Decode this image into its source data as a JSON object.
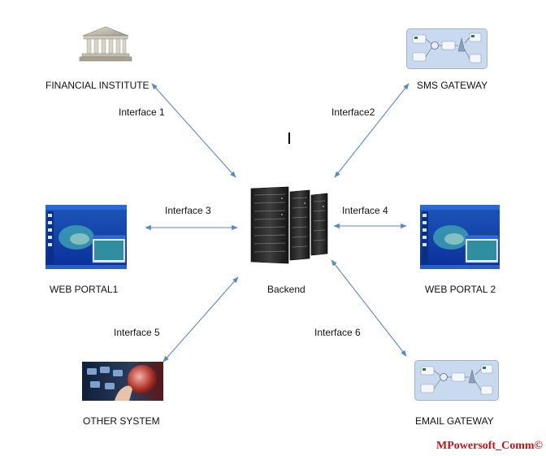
{
  "nodes": {
    "financial": "FINANCIAL INSTITUTE",
    "sms": "SMS GATEWAY",
    "web1": "WEB PORTAL1",
    "backend": "Backend",
    "web2": "WEB PORTAL 2",
    "other": "OTHER SYSTEM",
    "email": "EMAIL GATEWAY"
  },
  "interfaces": {
    "i1": "Interface 1",
    "i2": "Interface2",
    "i3": "Interface 3",
    "i4": "Interface 4",
    "i5": "Interface 5",
    "i6": "Interface 6"
  },
  "watermark": "MPowersoft_Comm©",
  "colors": {
    "arrow": "#5b87c6",
    "watermark": "#c0141c",
    "portal_blue": "#0b2f9a"
  },
  "icons": {
    "financial": "bank-building-icon",
    "sms": "sms-gateway-diagram-icon",
    "web1": "web-portal-screenshot-icon",
    "backend": "server-rack-icon",
    "web2": "web-portal-screenshot-icon",
    "other": "other-system-touch-icon",
    "email": "email-gateway-diagram-icon"
  }
}
